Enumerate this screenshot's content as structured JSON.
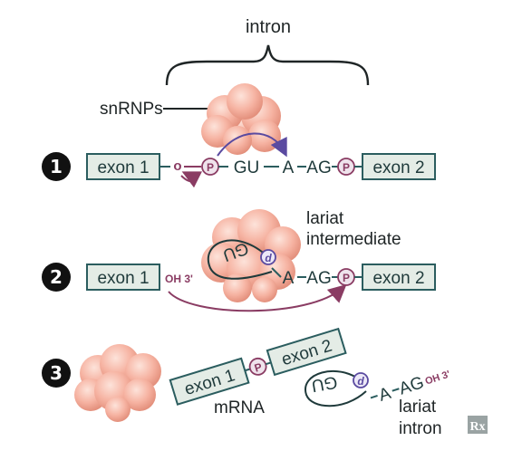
{
  "labels": {
    "intron": "intron",
    "snrnps": "snRNPs",
    "lariat_intermediate_1": "lariat",
    "lariat_intermediate_2": "intermediate",
    "mrna": "mRNA",
    "lariat_intron_1": "lariat",
    "lariat_intron_2": "intron"
  },
  "steps": [
    "1",
    "2",
    "3"
  ],
  "exons": {
    "exon1": "exon 1",
    "exon2": "exon 2"
  },
  "sequence": {
    "gu": "GU",
    "a": "A",
    "ag": "AG",
    "o": "o",
    "phosphate": "P",
    "oh3": "OH 3'",
    "gu_lariat": "GU",
    "ag_oh3_lariat": "OH 3'",
    "branch": "d"
  },
  "logo": "Rx",
  "colors": {
    "exon_fill": "#e4ece6",
    "outline": "#2b5d5f",
    "magenta": "#8a3c63",
    "purple": "#5a4aa0",
    "snrnp": "#f2a592"
  }
}
